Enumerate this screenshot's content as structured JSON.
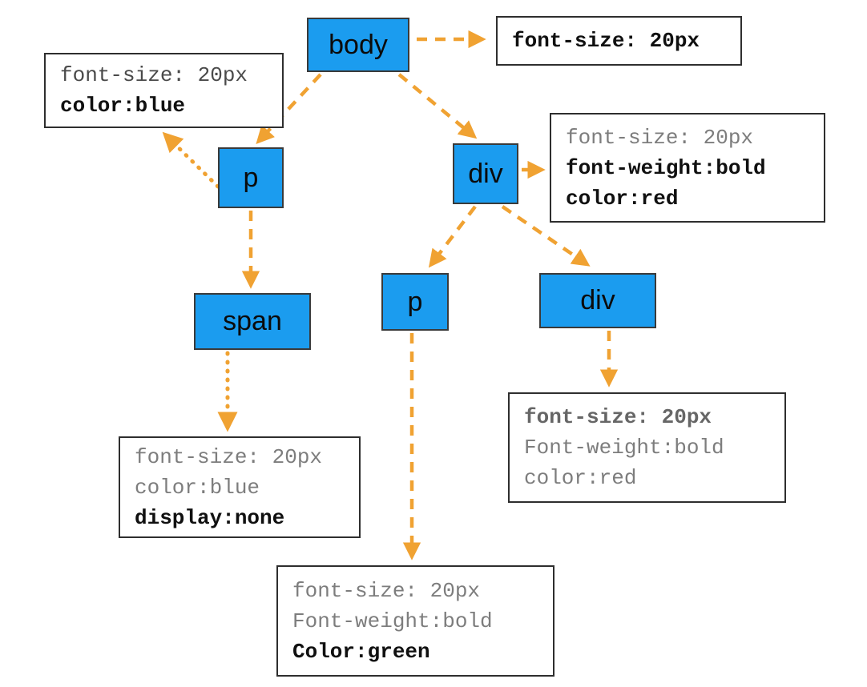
{
  "nodes": {
    "body": "body",
    "p1": "p",
    "div1": "div",
    "span1": "span",
    "p2": "p",
    "div2": "div"
  },
  "style_boxes": {
    "body_style": {
      "line1": "font-size: 20px"
    },
    "p_style": {
      "line1": "font-size: 20px",
      "line2": "color:blue"
    },
    "div_style": {
      "line1": "font-size: 20px",
      "line2": "font-weight:bold",
      "line3": "color:red"
    },
    "span_style": {
      "line1": "font-size: 20px",
      "line2": "color:blue",
      "line3": "display:none"
    },
    "div2_style": {
      "line1": "font-size: 20px",
      "line2": "Font-weight:bold",
      "line3": "color:red"
    },
    "p2_style": {
      "line1": "font-size: 20px",
      "line2": "Font-weight:bold",
      "line3": "Color:green"
    }
  },
  "colors": {
    "node_fill": "#1b9cef",
    "arrow": "#f0a232",
    "box_border": "#2e2e2e",
    "muted_text": "#7d7d7d",
    "strong_text": "#101010"
  }
}
